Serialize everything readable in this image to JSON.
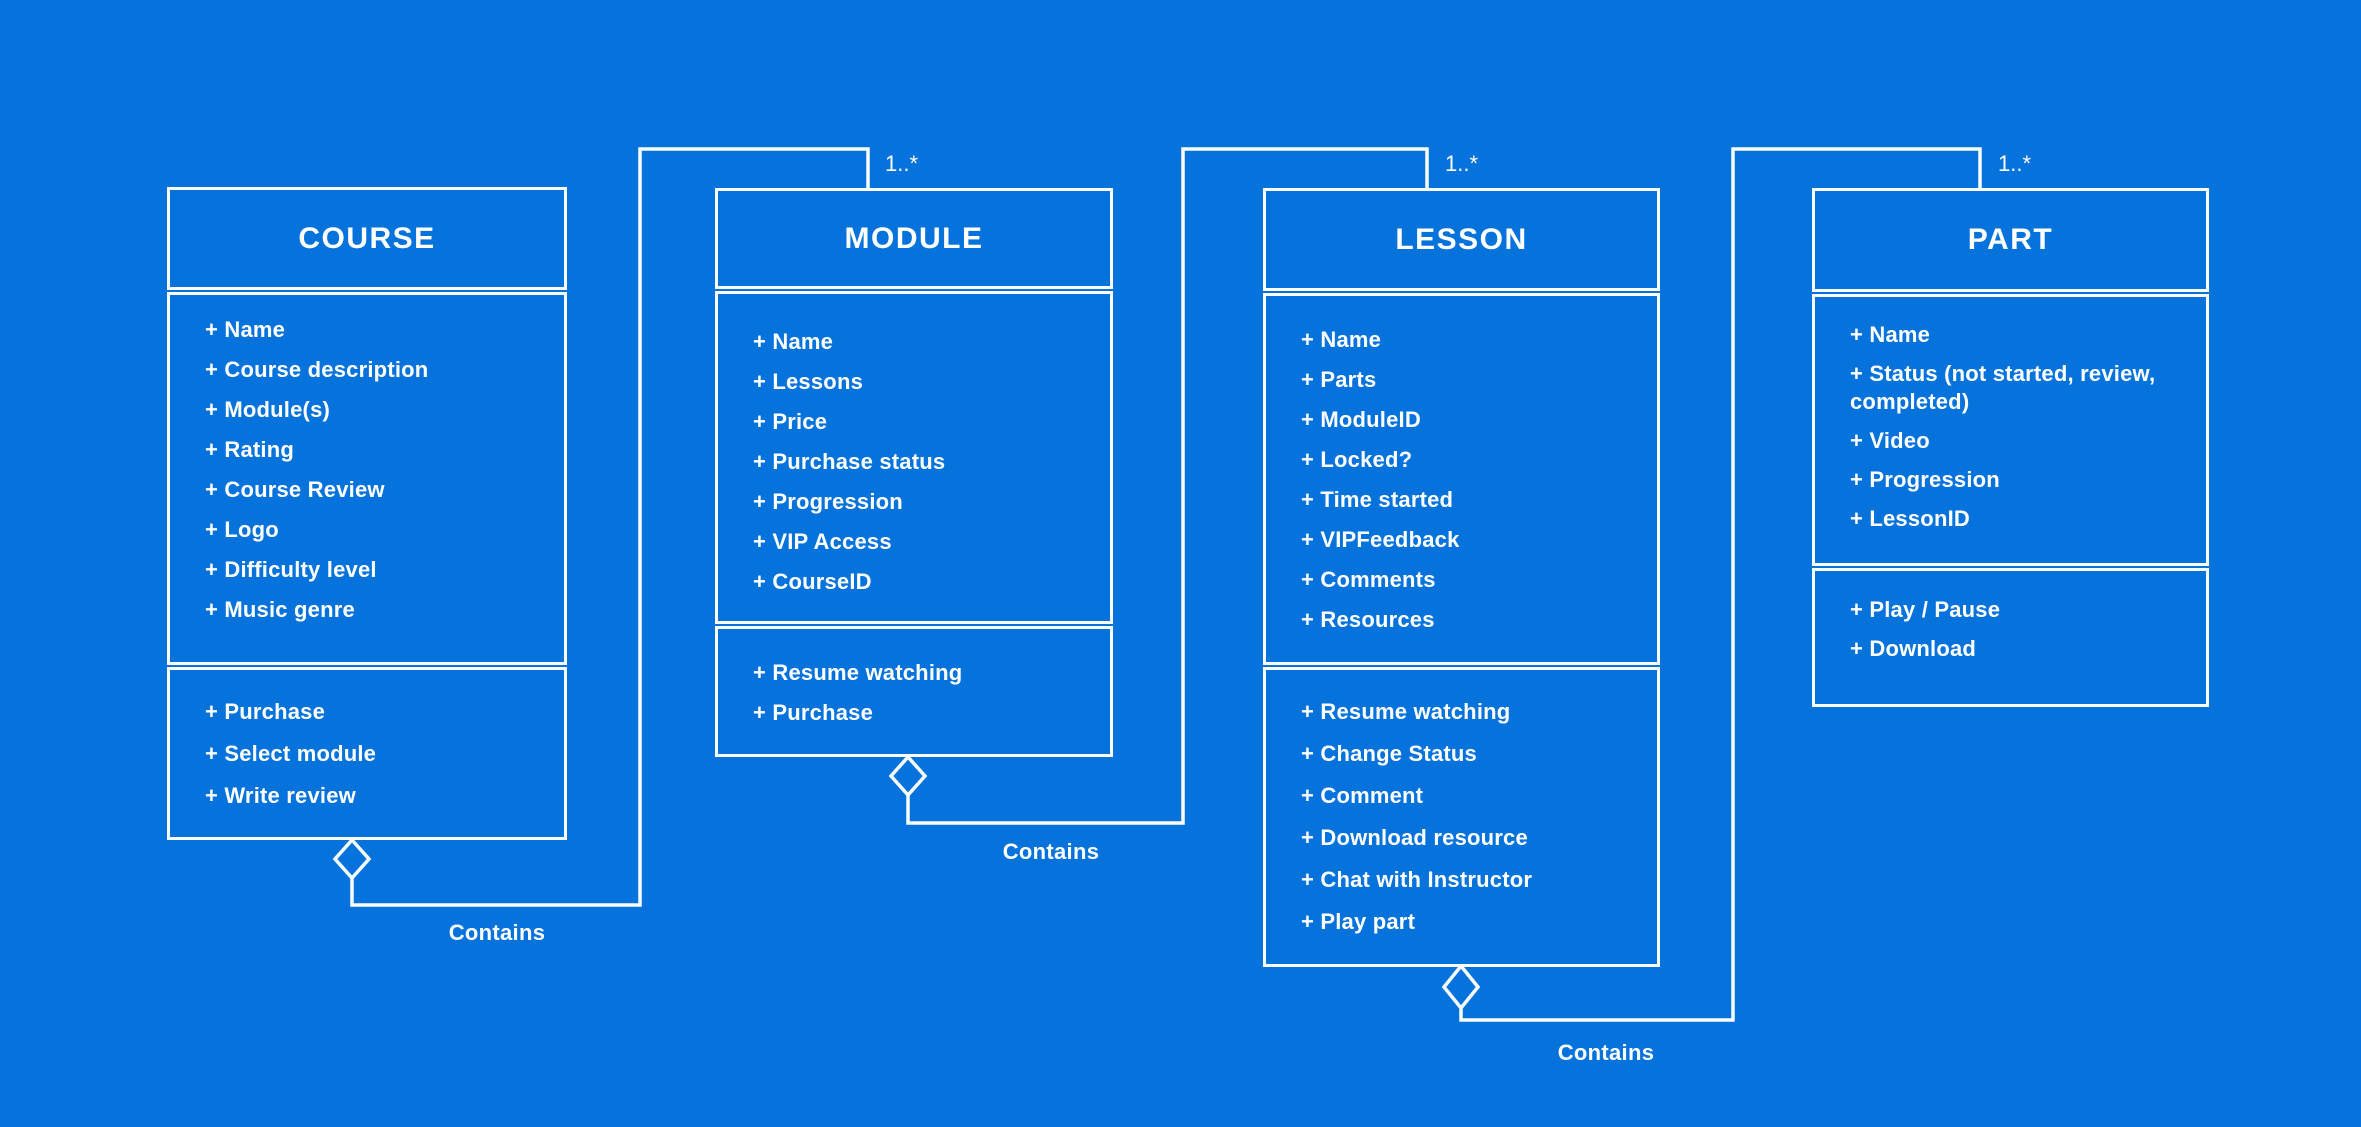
{
  "classes": [
    {
      "name": "COURSE",
      "attributes": [
        "+ Name",
        "+ Course description",
        "+ Module(s)",
        "+ Rating",
        "+ Course Review",
        "+ Logo",
        "+ Difficulty level",
        "+ Music genre"
      ],
      "methods": [
        "+ Purchase",
        "+ Select module",
        "+ Write review"
      ]
    },
    {
      "name": "MODULE",
      "attributes": [
        "+ Name",
        "+ Lessons",
        "+ Price",
        "+ Purchase status",
        "+ Progression",
        "+ VIP Access",
        "+ CourseID"
      ],
      "methods": [
        "+ Resume watching",
        "+ Purchase"
      ]
    },
    {
      "name": "LESSON",
      "attributes": [
        "+ Name",
        "+ Parts",
        "+ ModuleID",
        "+ Locked?",
        "+ Time started",
        "+ VIPFeedback",
        "+ Comments",
        "+ Resources"
      ],
      "methods": [
        "+ Resume watching",
        "+ Change Status",
        "+ Comment",
        "+ Download resource",
        "+ Chat with Instructor",
        "+ Play part"
      ]
    },
    {
      "name": "PART",
      "attributes": [
        "+ Name",
        "+ Status (not started, review, completed)",
        "+ Video",
        "+ Progression",
        "+ LessonID"
      ],
      "methods": [
        "+ Play / Pause",
        "+ Download"
      ]
    }
  ],
  "relationships": [
    {
      "from": "COURSE",
      "to": "MODULE",
      "type": "aggregation",
      "label": "Contains",
      "multiplicity": "1..*"
    },
    {
      "from": "MODULE",
      "to": "LESSON",
      "type": "aggregation",
      "label": "Contains",
      "multiplicity": "1..*"
    },
    {
      "from": "LESSON",
      "to": "PART",
      "type": "aggregation",
      "label": "Contains",
      "multiplicity": "1..*"
    }
  ],
  "colors": {
    "background": "#0673DC",
    "box_fill": "#0673DC",
    "line": "#FAFCFE",
    "text": "#FFFFFF"
  }
}
